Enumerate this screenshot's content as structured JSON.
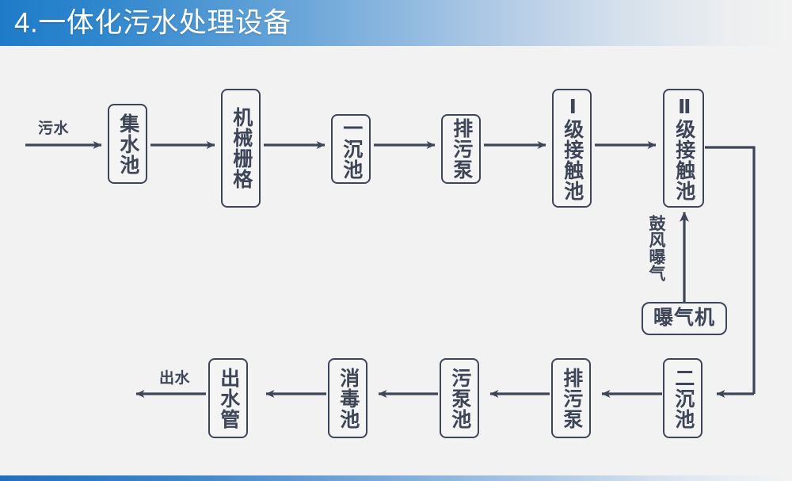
{
  "header": {
    "title": "4.一体化污水处理设备",
    "gradient_start": "#1f7bc8",
    "gradient_end": "#f2f2f2"
  },
  "footer": {
    "gradient_start": "#1f6fc0",
    "gradient_end": "#f2f2f2"
  },
  "diagram": {
    "line_color": "#3d4557",
    "node_fill": "#f4f4f4",
    "background": "#f2f2f2",
    "labels": {
      "inlet": "污水",
      "outlet": "出水",
      "aeration": "鼓风曝气"
    },
    "nodes": [
      {
        "id": "collection-tank",
        "label": "集水池",
        "orient": "vertical"
      },
      {
        "id": "mechanical-grating",
        "label": "机械栅格",
        "orient": "vertical"
      },
      {
        "id": "primary-settler",
        "label": "一沉池",
        "orient": "vertical"
      },
      {
        "id": "sewage-pump-1",
        "label": "排污泵",
        "orient": "vertical"
      },
      {
        "id": "contact-tank-1",
        "label": "Ⅰ级接触池",
        "orient": "vertical"
      },
      {
        "id": "contact-tank-2",
        "label": "Ⅱ级接触池",
        "orient": "vertical"
      },
      {
        "id": "aerator",
        "label": "曝气机",
        "orient": "horizontal"
      },
      {
        "id": "secondary-settler",
        "label": "二沉池",
        "orient": "vertical"
      },
      {
        "id": "sewage-pump-2",
        "label": "排污泵",
        "orient": "vertical"
      },
      {
        "id": "sludge-pump-tank",
        "label": "污泵池",
        "orient": "vertical"
      },
      {
        "id": "disinfection-tank",
        "label": "消毒池",
        "orient": "vertical"
      },
      {
        "id": "outlet-pipe",
        "label": "出水管",
        "orient": "vertical"
      }
    ]
  }
}
